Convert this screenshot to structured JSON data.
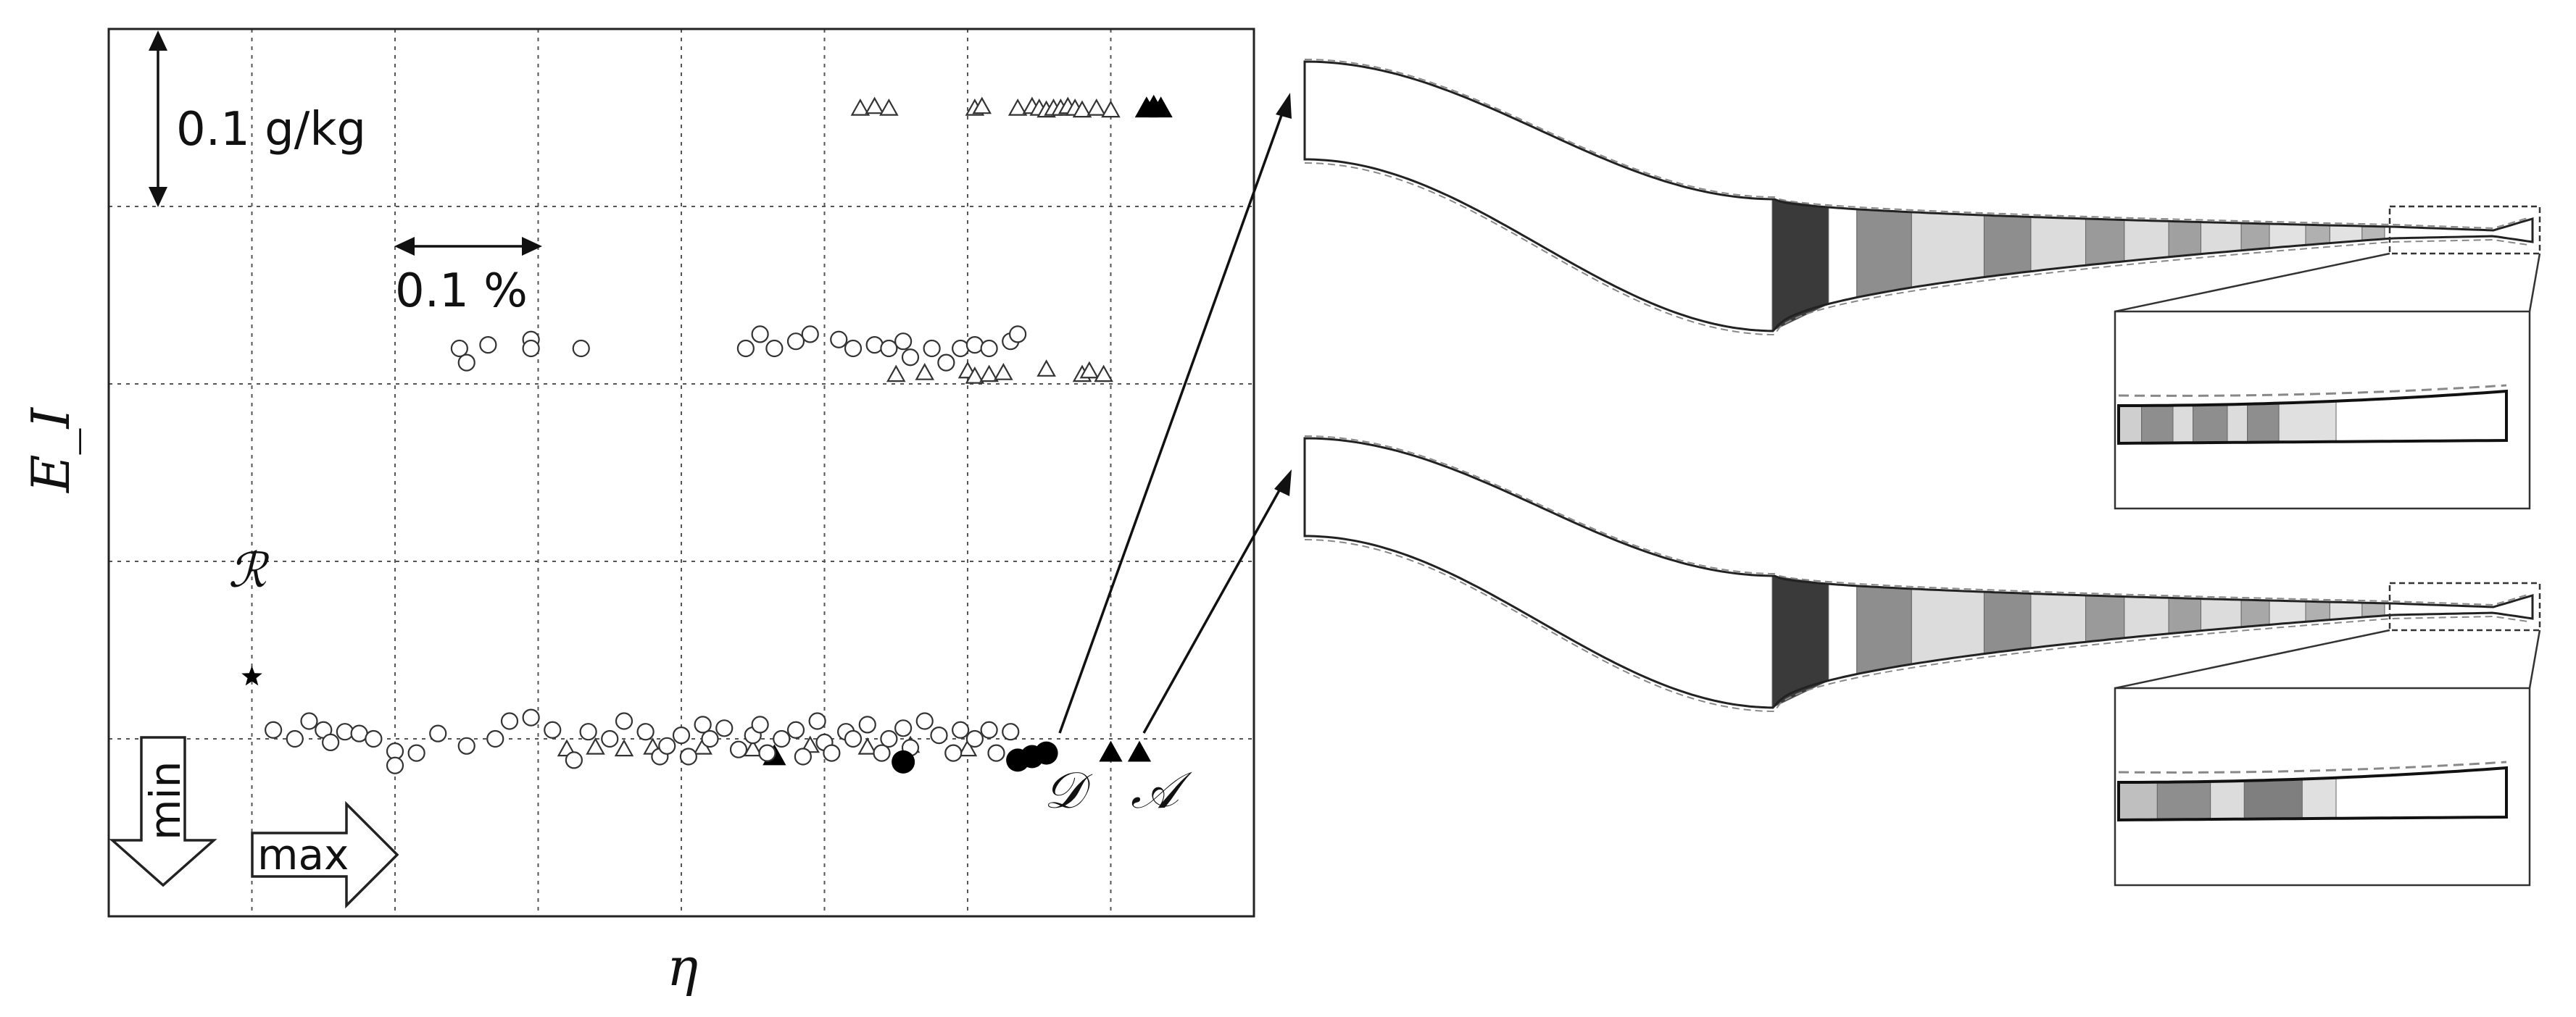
{
  "chart_data": {
    "type": "scatter",
    "xlabel": "η",
    "ylabel": "E_I",
    "grid": true,
    "scale_bars": {
      "x": "0.1 %",
      "y": "0.1 g/kg"
    },
    "direction_labels": {
      "down": "min",
      "right": "max"
    },
    "point_labels": {
      "reference": "ℛ",
      "design_d": "𝒟",
      "design_a": "𝒜"
    },
    "series": [
      {
        "marker": "star",
        "points": [
          [
            1.0,
            1.35
          ]
        ]
      },
      {
        "marker": "triangle-open",
        "points": [
          [
            5.25,
            4.55
          ],
          [
            5.35,
            4.56
          ],
          [
            5.45,
            4.55
          ],
          [
            6.05,
            4.55
          ],
          [
            6.1,
            4.56
          ],
          [
            6.35,
            4.55
          ],
          [
            6.45,
            4.56
          ],
          [
            6.5,
            4.55
          ],
          [
            6.55,
            4.54
          ],
          [
            6.6,
            4.55
          ],
          [
            6.65,
            4.55
          ],
          [
            6.7,
            4.56
          ],
          [
            6.75,
            4.55
          ],
          [
            6.8,
            4.54
          ],
          [
            6.9,
            4.55
          ],
          [
            7.0,
            4.54
          ],
          [
            5.5,
            3.05
          ],
          [
            5.7,
            3.06
          ],
          [
            6.0,
            3.07
          ],
          [
            6.05,
            3.04
          ],
          [
            6.15,
            3.05
          ],
          [
            6.25,
            3.06
          ],
          [
            6.55,
            3.08
          ],
          [
            6.8,
            3.05
          ],
          [
            6.85,
            3.07
          ],
          [
            6.95,
            3.05
          ],
          [
            3.2,
            0.94
          ],
          [
            3.4,
            0.95
          ],
          [
            3.6,
            0.94
          ],
          [
            3.8,
            0.95
          ],
          [
            4.15,
            0.95
          ],
          [
            4.5,
            0.94
          ],
          [
            4.9,
            0.96
          ],
          [
            5.3,
            0.95
          ],
          [
            5.6,
            0.96
          ],
          [
            6.0,
            0.94
          ]
        ]
      },
      {
        "marker": "triangle-filled",
        "points": [
          [
            7.25,
            4.55
          ],
          [
            7.3,
            4.56
          ],
          [
            7.35,
            4.55
          ],
          [
            4.65,
            0.9
          ],
          [
            7.0,
            0.92
          ],
          [
            7.2,
            0.92
          ]
        ]
      },
      {
        "marker": "circle-open",
        "points": [
          [
            2.45,
            3.2
          ],
          [
            2.5,
            3.12
          ],
          [
            2.65,
            3.22
          ],
          [
            2.95,
            3.25
          ],
          [
            2.95,
            3.2
          ],
          [
            3.3,
            3.2
          ],
          [
            4.45,
            3.2
          ],
          [
            4.55,
            3.28
          ],
          [
            4.65,
            3.2
          ],
          [
            4.8,
            3.24
          ],
          [
            4.9,
            3.28
          ],
          [
            5.1,
            3.25
          ],
          [
            5.2,
            3.2
          ],
          [
            5.35,
            3.22
          ],
          [
            5.45,
            3.2
          ],
          [
            5.55,
            3.24
          ],
          [
            5.6,
            3.15
          ],
          [
            5.75,
            3.2
          ],
          [
            5.85,
            3.12
          ],
          [
            5.95,
            3.2
          ],
          [
            6.05,
            3.22
          ],
          [
            6.15,
            3.2
          ],
          [
            6.3,
            3.24
          ],
          [
            6.35,
            3.28
          ],
          [
            1.15,
            1.05
          ],
          [
            1.3,
            1.0
          ],
          [
            1.4,
            1.1
          ],
          [
            1.5,
            1.05
          ],
          [
            1.55,
            0.98
          ],
          [
            1.65,
            1.04
          ],
          [
            1.75,
            1.03
          ],
          [
            1.85,
            1.0
          ],
          [
            2.0,
            0.93
          ],
          [
            2.0,
            0.85
          ],
          [
            2.15,
            0.92
          ],
          [
            2.3,
            1.03
          ],
          [
            2.5,
            0.96
          ],
          [
            2.7,
            1.0
          ],
          [
            2.8,
            1.1
          ],
          [
            2.95,
            1.12
          ],
          [
            3.1,
            1.05
          ],
          [
            3.25,
            0.88
          ],
          [
            3.35,
            1.04
          ],
          [
            3.5,
            1.0
          ],
          [
            3.6,
            1.1
          ],
          [
            3.75,
            1.04
          ],
          [
            3.85,
            0.9
          ],
          [
            3.9,
            0.96
          ],
          [
            4.0,
            1.02
          ],
          [
            4.05,
            0.9
          ],
          [
            4.15,
            1.08
          ],
          [
            4.2,
            1.0
          ],
          [
            4.3,
            1.06
          ],
          [
            4.4,
            0.94
          ],
          [
            4.5,
            1.02
          ],
          [
            4.55,
            1.08
          ],
          [
            4.6,
            0.92
          ],
          [
            4.7,
            1.0
          ],
          [
            4.8,
            1.05
          ],
          [
            4.85,
            0.9
          ],
          [
            4.95,
            1.1
          ],
          [
            5.0,
            0.98
          ],
          [
            5.05,
            0.92
          ],
          [
            5.15,
            1.04
          ],
          [
            5.2,
            1.0
          ],
          [
            5.3,
            1.08
          ],
          [
            5.4,
            0.92
          ],
          [
            5.45,
            1.0
          ],
          [
            5.55,
            1.06
          ],
          [
            5.6,
            0.95
          ],
          [
            5.7,
            1.1
          ],
          [
            5.8,
            1.02
          ],
          [
            5.9,
            0.92
          ],
          [
            5.95,
            1.05
          ],
          [
            6.05,
            1.0
          ],
          [
            6.15,
            1.05
          ],
          [
            6.2,
            0.92
          ],
          [
            6.3,
            1.04
          ]
        ]
      },
      {
        "marker": "circle-filled",
        "points": [
          [
            5.55,
            0.87
          ],
          [
            6.35,
            0.88
          ],
          [
            6.45,
            0.9
          ],
          [
            6.55,
            0.92
          ]
        ]
      }
    ]
  },
  "airfoils": [
    {
      "stripes": [
        "#3a3a3a",
        "#ffffff",
        "#8e8e8e",
        "#dcdcdc",
        "#8e8e8e",
        "#dcdcdc",
        "#9a9a9a",
        "#dcdcdc",
        "#a0a0a0",
        "#dcdcdc",
        "#a8a8a8",
        "#e2e2e2",
        "#b0b0b0",
        "#e2e2e2",
        "#b8b8b8"
      ],
      "inset_stripes": [
        "#cfcfcf",
        "#8e8e8e",
        "#dcdcdc",
        "#8e8e8e",
        "#dcdcdc",
        "#8e8e8e",
        "#e0e0e0"
      ]
    },
    {
      "stripes": [
        "#3a3a3a",
        "#ffffff",
        "#8e8e8e",
        "#dcdcdc",
        "#8e8e8e",
        "#dcdcdc",
        "#9a9a9a",
        "#dcdcdc",
        "#a0a0a0",
        "#dcdcdc",
        "#a8a8a8",
        "#e2e2e2",
        "#b0b0b0",
        "#e2e2e2",
        "#b8b8b8"
      ],
      "inset_stripes": [
        "#bfbfbf",
        "#8e8e8e",
        "#dcdcdc",
        "#7f7f7f",
        "#e0e0e0"
      ]
    }
  ]
}
